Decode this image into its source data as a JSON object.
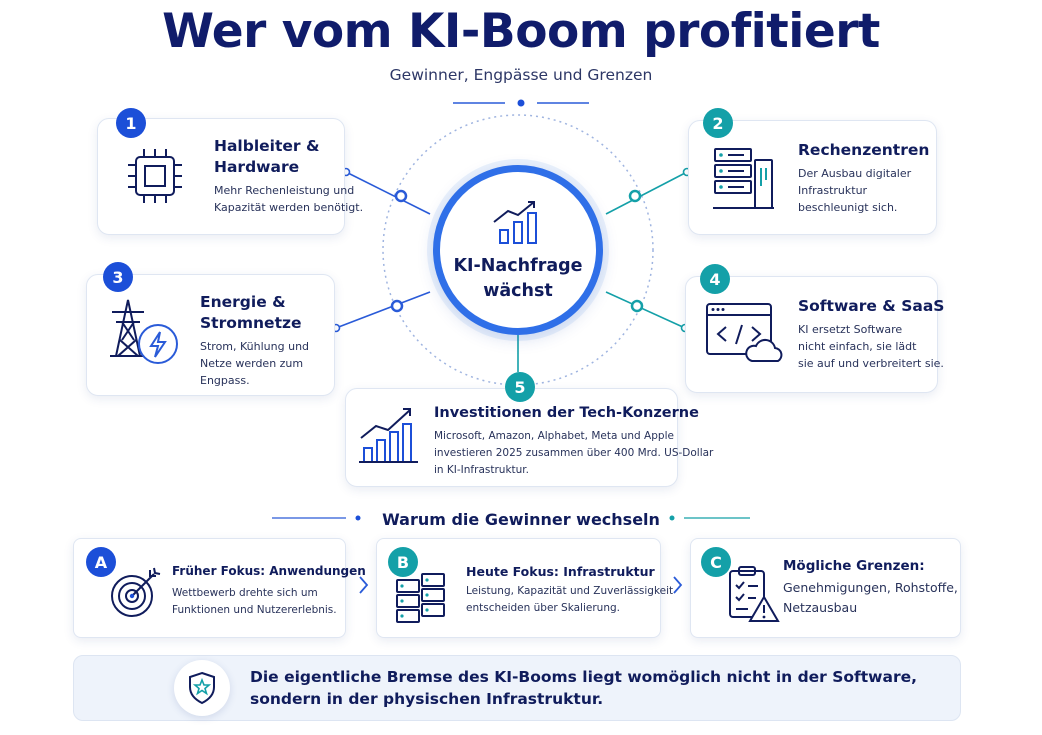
{
  "title": "Wer vom KI-Boom profitiert",
  "subtitle": "Gewinner, Engpässe und Grenzen",
  "center": {
    "line1": "KI-Nachfrage",
    "line2": "wächst"
  },
  "cards": [
    {
      "number": "1",
      "title_line1": "Halbleiter &",
      "title_line2": "Hardware",
      "text_line1": "Mehr Rechenleistung und",
      "text_line2": "Kapazität werden benötigt.",
      "icon": "chip-icon"
    },
    {
      "number": "2",
      "title_line1": "Rechenzentren",
      "text_line1": "Der Ausbau digitaler",
      "text_line2": "Infrastruktur",
      "text_line3": "beschleunigt sich.",
      "icon": "server-rack-icon"
    },
    {
      "number": "3",
      "title_line1": "Energie &",
      "title_line2": "Stromnetze",
      "text_line1": "Strom, Kühlung und",
      "text_line2": "Netze werden zum",
      "text_line3": "Engpass.",
      "icon": "power-tower-icon"
    },
    {
      "number": "4",
      "title_line1": "Software & SaaS",
      "text_line1": "KI ersetzt Software",
      "text_line2": "nicht einfach, sie lädt",
      "text_line3": "sie auf und verbreitert sie.",
      "icon": "code-window-icon"
    },
    {
      "number": "5",
      "title_line1": "Investitionen der Tech-Konzerne",
      "text_line1": "Microsoft, Amazon, Alphabet, Meta und Apple",
      "text_line2": "investieren 2025 zusammen über 400 Mrd. US-Dollar",
      "text_line3": "in KI-Infrastruktur.",
      "icon": "bar-chart-icon"
    }
  ],
  "section_title": "Warum die Gewinner wechseln",
  "phases": [
    {
      "letter": "A",
      "title": "Früher Fokus: Anwendungen",
      "text_line1": "Wettbewerb drehte sich um",
      "text_line2": "Funktionen und Nutzererlebnis.",
      "icon": "target-icon"
    },
    {
      "letter": "B",
      "title": "Heute Fokus: Infrastruktur",
      "text_line1": "Leistung, Kapazität und Zuverlässigkeit",
      "text_line2": "entscheiden über Skalierung.",
      "icon": "server-icon"
    },
    {
      "letter": "C",
      "title": "Mögliche Grenzen:",
      "text_line1": "Genehmigungen, Rohstoffe,",
      "text_line2": "Netzausbau",
      "icon": "checklist-warning-icon"
    }
  ],
  "conclusion": {
    "line1": "Die eigentliche Bremse des KI-Booms liegt womöglich nicht in der Software,",
    "line2": "sondern in der physischen Infrastruktur.",
    "icon": "shield-star-icon"
  },
  "colors": {
    "navy": "#101c6b",
    "blue": "#1c4fd8",
    "teal": "#14a0a8",
    "light_bg": "#eef3fb"
  }
}
